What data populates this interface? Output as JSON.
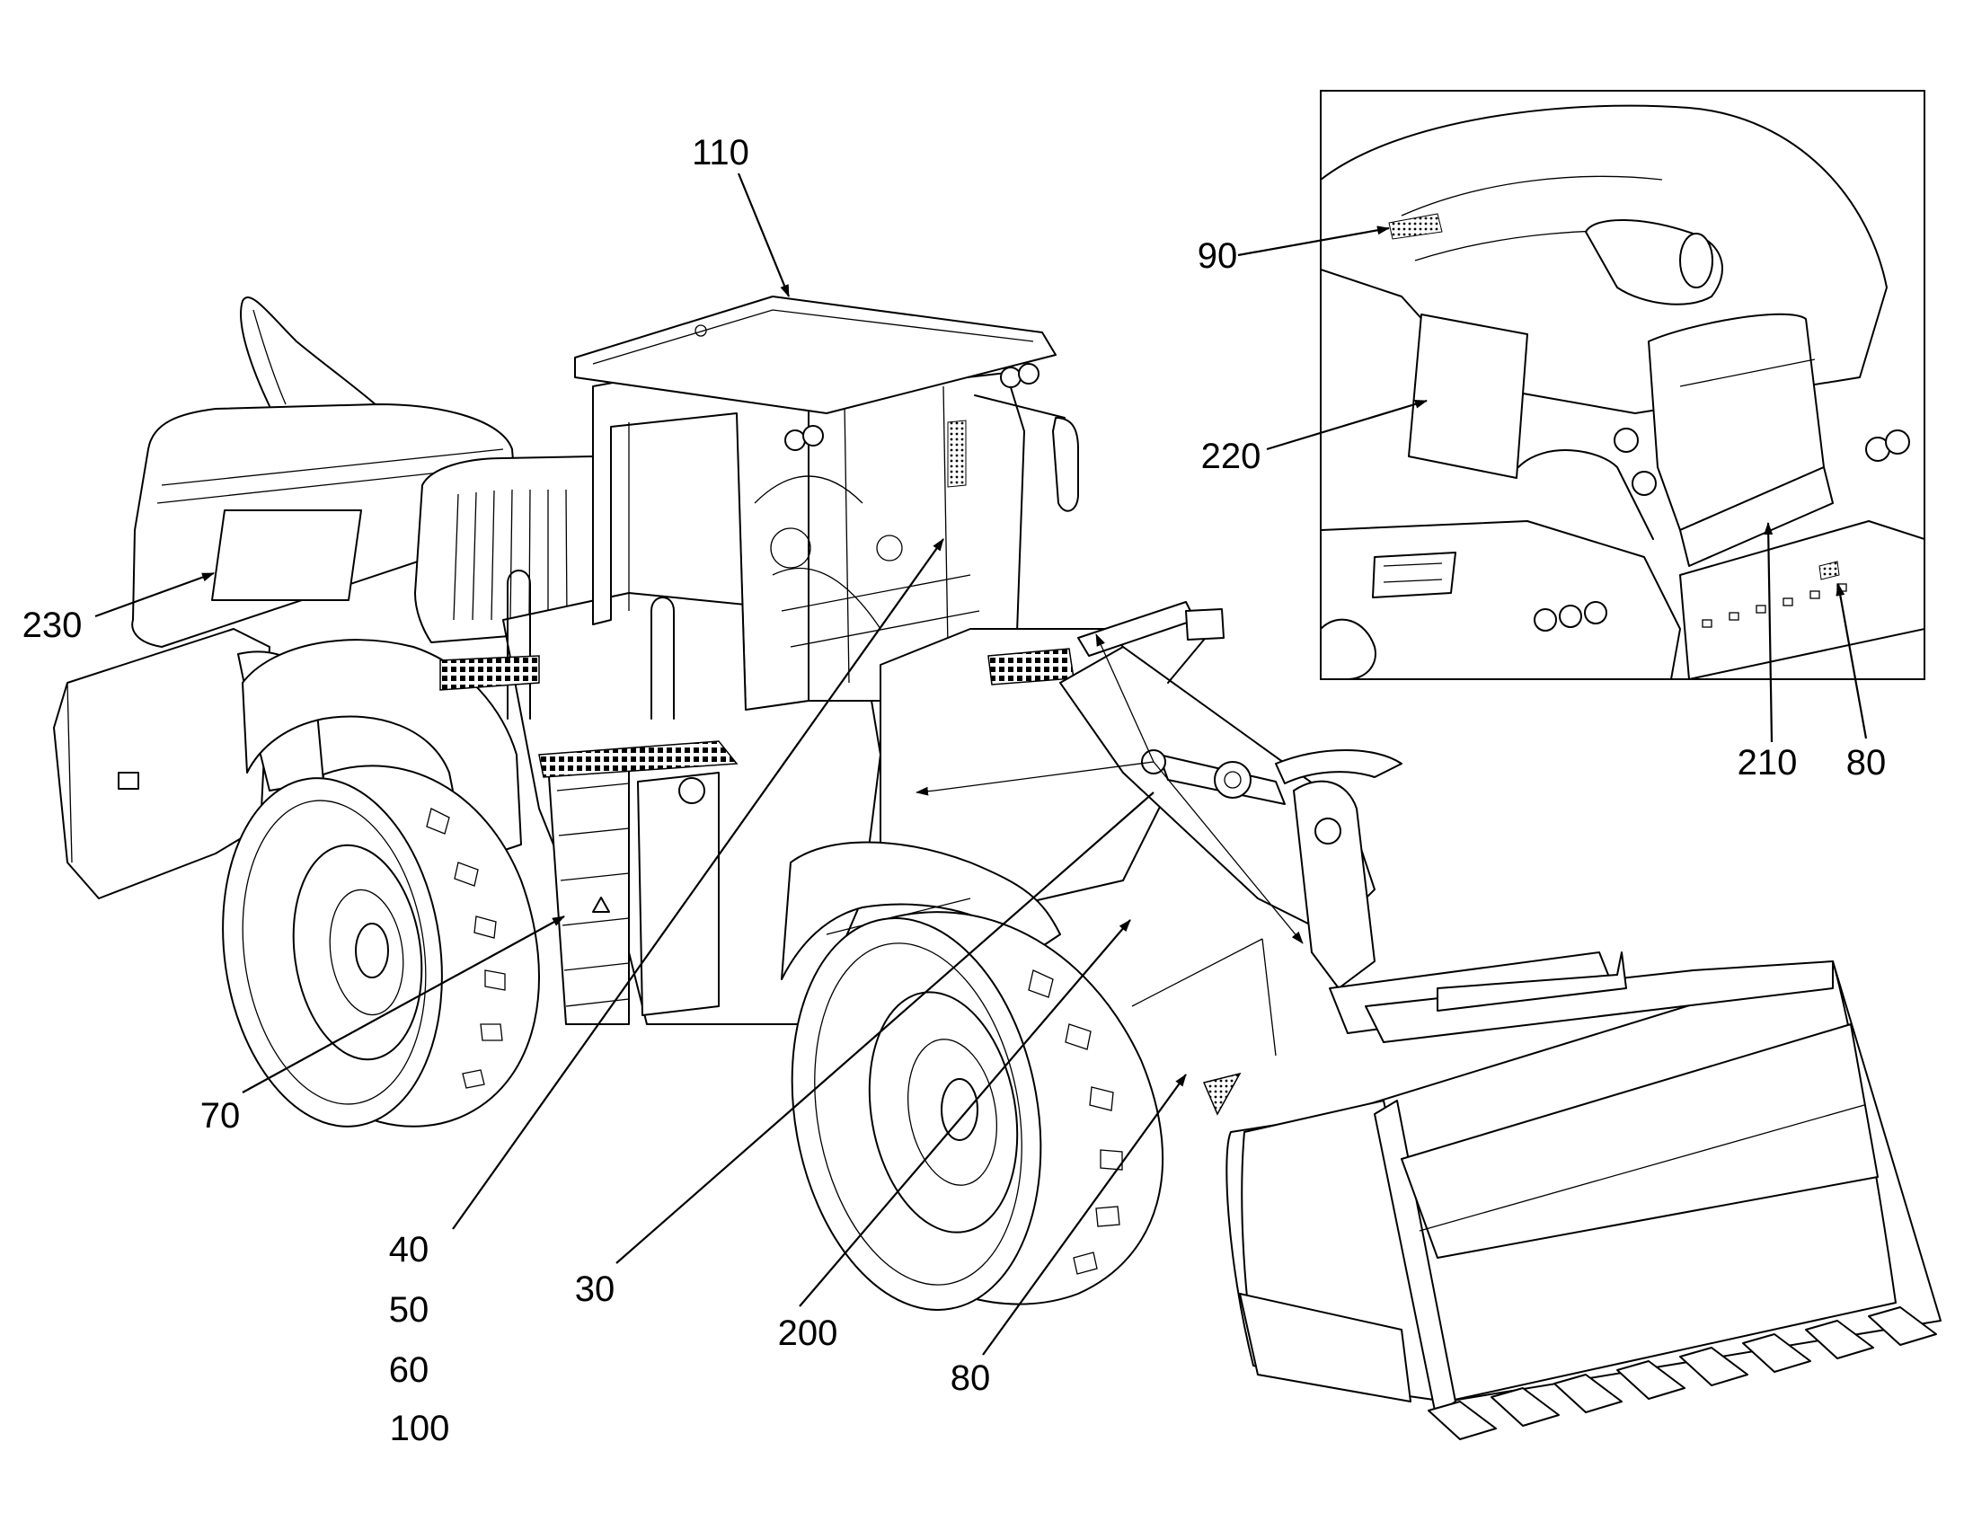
{
  "labels": {
    "l110": "110",
    "l90": "90",
    "l220": "220",
    "l230": "230",
    "l210": "210",
    "l80_inset": "80",
    "l70": "70",
    "l40": "40",
    "l50": "50",
    "l60": "60",
    "l100": "100",
    "l30": "30",
    "l200": "200",
    "l80_main": "80"
  },
  "colors": {
    "line": "#000000",
    "background": "#ffffff"
  },
  "icons": [
    "wheel-loader-drawing",
    "detail-inset-drawing",
    "arrow-leader"
  ]
}
